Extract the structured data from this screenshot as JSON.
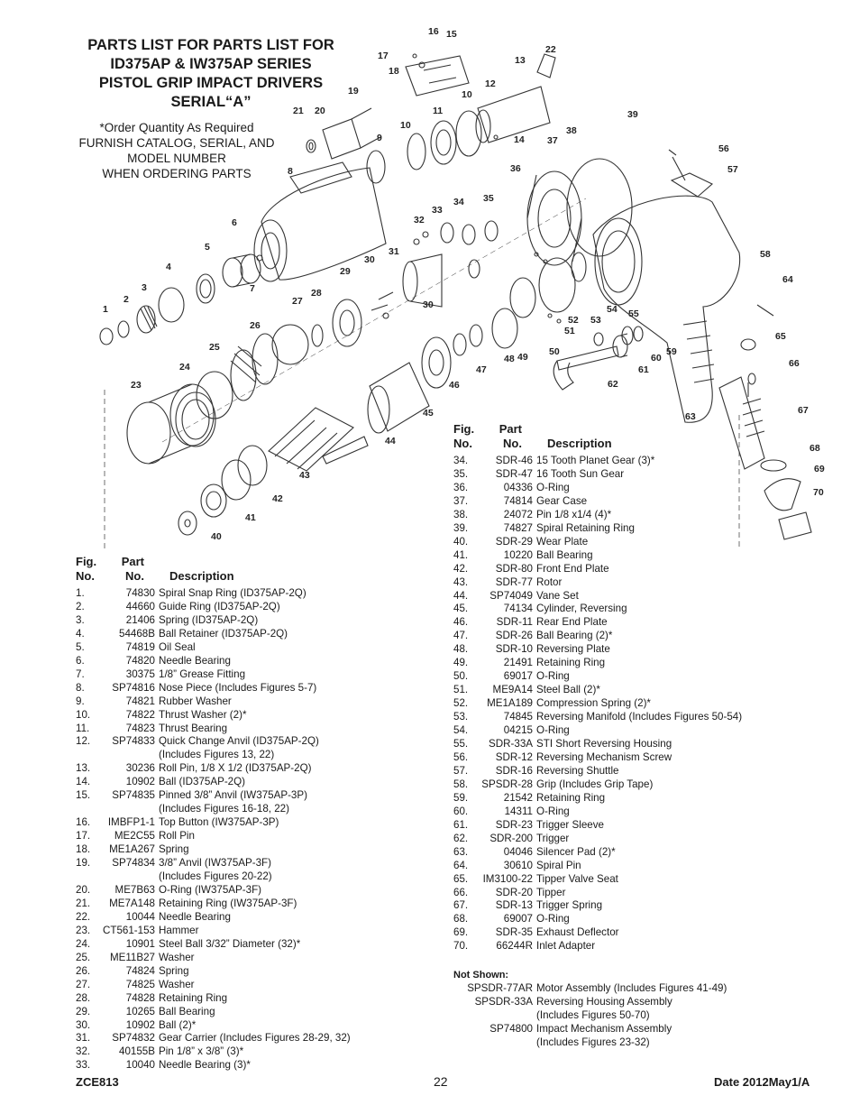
{
  "title_lines": [
    "PARTS LIST FOR PARTS LIST FOR",
    "ID375AP & IW375AP SERIES",
    "PISTOL GRIP IMPACT DRIVERS",
    "SERIAL“A”"
  ],
  "order_note_lines": [
    "*Order Quantity As Required",
    "FURNISH CATALOG, SERIAL, AND",
    "MODEL NUMBER",
    "WHEN ORDERING PARTS"
  ],
  "headers": {
    "fig_top": "Fig.",
    "fig_bottom": "No.",
    "part_top": "Part",
    "part_bottom": "No.",
    "description": "Description"
  },
  "parts_left": [
    {
      "fig": "1.",
      "part": "74830",
      "desc": "Spiral Snap Ring (ID375AP-2Q)"
    },
    {
      "fig": "2.",
      "part": "44660",
      "desc": "Guide Ring (ID375AP-2Q)"
    },
    {
      "fig": "3.",
      "part": "21406",
      "desc": "Spring (ID375AP-2Q)"
    },
    {
      "fig": "4.",
      "part": "54468B",
      "desc": "Ball Retainer (ID375AP-2Q)"
    },
    {
      "fig": "5.",
      "part": "74819",
      "desc": "Oil Seal"
    },
    {
      "fig": "6.",
      "part": "74820",
      "desc": "Needle Bearing"
    },
    {
      "fig": "7.",
      "part": "30375",
      "desc": "1/8” Grease Fitting"
    },
    {
      "fig": "8.",
      "part": "SP74816",
      "desc": "Nose Piece (Includes Figures 5-7)"
    },
    {
      "fig": "9.",
      "part": "74821",
      "desc": "Rubber Washer"
    },
    {
      "fig": "10.",
      "part": "74822",
      "desc": "Thrust Washer (2)*"
    },
    {
      "fig": "11.",
      "part": "74823",
      "desc": "Thrust Bearing"
    },
    {
      "fig": "12.",
      "part": "SP74833",
      "desc": "Quick Change Anvil (ID375AP-2Q)",
      "cont": "(Includes Figures 13, 22)"
    },
    {
      "fig": "13.",
      "part": "30236",
      "desc": "Roll Pin, 1/8 X 1/2 (ID375AP-2Q)"
    },
    {
      "fig": "14.",
      "part": "10902",
      "desc": "Ball (ID375AP-2Q)"
    },
    {
      "fig": "15.",
      "part": "SP74835",
      "desc": "Pinned 3/8” Anvil (IW375AP-3P)",
      "cont": "(Includes Figures 16-18, 22)"
    },
    {
      "fig": "16.",
      "part": "IMBFP1-1",
      "desc": "Top Button (IW375AP-3P)"
    },
    {
      "fig": "17.",
      "part": "ME2C55",
      "desc": "Roll Pin"
    },
    {
      "fig": "18.",
      "part": "ME1A267",
      "desc": "Spring"
    },
    {
      "fig": "19.",
      "part": "SP74834",
      "desc": "3/8” Anvil (IW375AP-3F)",
      "cont": "(Includes Figures 20-22)"
    },
    {
      "fig": "20.",
      "part": "ME7B63",
      "desc": "O-Ring (IW375AP-3F)"
    },
    {
      "fig": "21.",
      "part": "ME7A148",
      "desc": "Retaining Ring (IW375AP-3F)"
    },
    {
      "fig": "22.",
      "part": "10044",
      "desc": "Needle Bearing"
    },
    {
      "fig": "23.",
      "part": "CT561-153",
      "desc": "Hammer"
    },
    {
      "fig": "24.",
      "part": "10901",
      "desc": "Steel Ball 3/32” Diameter (32)*"
    },
    {
      "fig": "25.",
      "part": "ME11B27",
      "desc": "Washer"
    },
    {
      "fig": "26.",
      "part": "74824",
      "desc": "Spring"
    },
    {
      "fig": "27.",
      "part": "74825",
      "desc": "Washer"
    },
    {
      "fig": "28.",
      "part": "74828",
      "desc": "Retaining Ring"
    },
    {
      "fig": "29.",
      "part": "10265",
      "desc": "Ball Bearing"
    },
    {
      "fig": "30.",
      "part": "10902",
      "desc": "Ball (2)*"
    },
    {
      "fig": "31.",
      "part": "SP74832",
      "desc": "Gear Carrier (Includes Figures 28-29, 32)"
    },
    {
      "fig": "32.",
      "part": "40155B",
      "desc": "Pin 1/8” x 3/8” (3)*"
    },
    {
      "fig": "33.",
      "part": "10040",
      "desc": "Needle Bearing (3)*"
    }
  ],
  "parts_right": [
    {
      "fig": "34.",
      "part": "SDR-46",
      "desc": "15 Tooth Planet Gear (3)*"
    },
    {
      "fig": "35.",
      "part": "SDR-47",
      "desc": "16 Tooth Sun Gear"
    },
    {
      "fig": "36.",
      "part": "04336",
      "desc": "O-Ring"
    },
    {
      "fig": "37.",
      "part": "74814",
      "desc": "Gear Case"
    },
    {
      "fig": "38.",
      "part": "24072",
      "desc": "Pin 1/8 x1/4 (4)*"
    },
    {
      "fig": "39.",
      "part": "74827",
      "desc": "Spiral Retaining Ring"
    },
    {
      "fig": "40.",
      "part": "SDR-29",
      "desc": "Wear Plate"
    },
    {
      "fig": "41.",
      "part": "10220",
      "desc": "Ball Bearing"
    },
    {
      "fig": "42.",
      "part": "SDR-80",
      "desc": "Front End Plate"
    },
    {
      "fig": "43.",
      "part": "SDR-77",
      "desc": "Rotor"
    },
    {
      "fig": "44.",
      "part": "SP74049",
      "desc": "Vane Set"
    },
    {
      "fig": "45.",
      "part": "74134",
      "desc": "Cylinder, Reversing"
    },
    {
      "fig": "46.",
      "part": "SDR-11",
      "desc": "Rear End Plate"
    },
    {
      "fig": "47.",
      "part": "SDR-26",
      "desc": "Ball Bearing (2)*"
    },
    {
      "fig": "48.",
      "part": "SDR-10",
      "desc": "Reversing Plate"
    },
    {
      "fig": "49.",
      "part": "21491",
      "desc": "Retaining Ring"
    },
    {
      "fig": "50.",
      "part": "69017",
      "desc": "O-Ring"
    },
    {
      "fig": "51.",
      "part": "ME9A14",
      "desc": "Steel Ball (2)*"
    },
    {
      "fig": "52.",
      "part": "ME1A189",
      "desc": "Compression Spring (2)*"
    },
    {
      "fig": "53.",
      "part": "74845",
      "desc": "Reversing Manifold (Includes Figures 50-54)"
    },
    {
      "fig": "54.",
      "part": "04215",
      "desc": "O-Ring"
    },
    {
      "fig": "55.",
      "part": "SDR-33A",
      "desc": "STI Short Reversing Housing"
    },
    {
      "fig": "56.",
      "part": "SDR-12",
      "desc": "Reversing Mechanism Screw"
    },
    {
      "fig": "57.",
      "part": "SDR-16",
      "desc": "Reversing Shuttle"
    },
    {
      "fig": "58.",
      "part": "SPSDR-28",
      "desc": "Grip (Includes Grip Tape)"
    },
    {
      "fig": "59.",
      "part": "21542",
      "desc": "Retaining Ring"
    },
    {
      "fig": "60.",
      "part": "14311",
      "desc": "O-Ring"
    },
    {
      "fig": "61.",
      "part": "SDR-23",
      "desc": "Trigger Sleeve"
    },
    {
      "fig": "62.",
      "part": "SDR-200",
      "desc": "Trigger"
    },
    {
      "fig": "63.",
      "part": "04046",
      "desc": "Silencer Pad (2)*"
    },
    {
      "fig": "64.",
      "part": "30610",
      "desc": "Spiral Pin"
    },
    {
      "fig": "65.",
      "part": "IM3100-22",
      "desc": "Tipper Valve Seat"
    },
    {
      "fig": "66.",
      "part": "SDR-20",
      "desc": "Tipper"
    },
    {
      "fig": "67.",
      "part": "SDR-13",
      "desc": "Trigger Spring"
    },
    {
      "fig": "68.",
      "part": "69007",
      "desc": "O-Ring"
    },
    {
      "fig": "69.",
      "part": "SDR-35",
      "desc": "Exhaust Deflector"
    },
    {
      "fig": "70.",
      "part": "66244R",
      "desc": "Inlet Adapter"
    }
  ],
  "not_shown": {
    "label": "Not Shown:",
    "items": [
      {
        "part": "SPSDR-77AR",
        "desc": "Motor Assembly (Includes Figures 41-49)"
      },
      {
        "part": "SPSDR-33A",
        "desc": "Reversing Housing Assembly",
        "cont": "(Includes Figures 50-70)"
      },
      {
        "part": "SP74800",
        "desc": "Impact Mechanism Assembly",
        "cont": "(Includes Figures 23-32)"
      }
    ]
  },
  "diagram_labels": [
    "1",
    "2",
    "3",
    "4",
    "5",
    "6",
    "7",
    "8",
    "9",
    "10",
    "10",
    "11",
    "12",
    "13",
    "14",
    "15",
    "16",
    "17",
    "18",
    "19",
    "20",
    "21",
    "22",
    "23",
    "24",
    "25",
    "26",
    "27",
    "28",
    "29",
    "30",
    "30",
    "31",
    "32",
    "33",
    "34",
    "35",
    "36",
    "37",
    "38",
    "39",
    "40",
    "41",
    "42",
    "43",
    "44",
    "45",
    "46",
    "47",
    "48",
    "49",
    "50",
    "51",
    "52",
    "53",
    "54",
    "55",
    "56",
    "57",
    "58",
    "59",
    "60",
    "61",
    "62",
    "63",
    "64",
    "65",
    "66",
    "67",
    "68",
    "69",
    "70"
  ],
  "footer": {
    "left": "ZCE813",
    "page": "22",
    "right": "Date 2012May1/A"
  }
}
